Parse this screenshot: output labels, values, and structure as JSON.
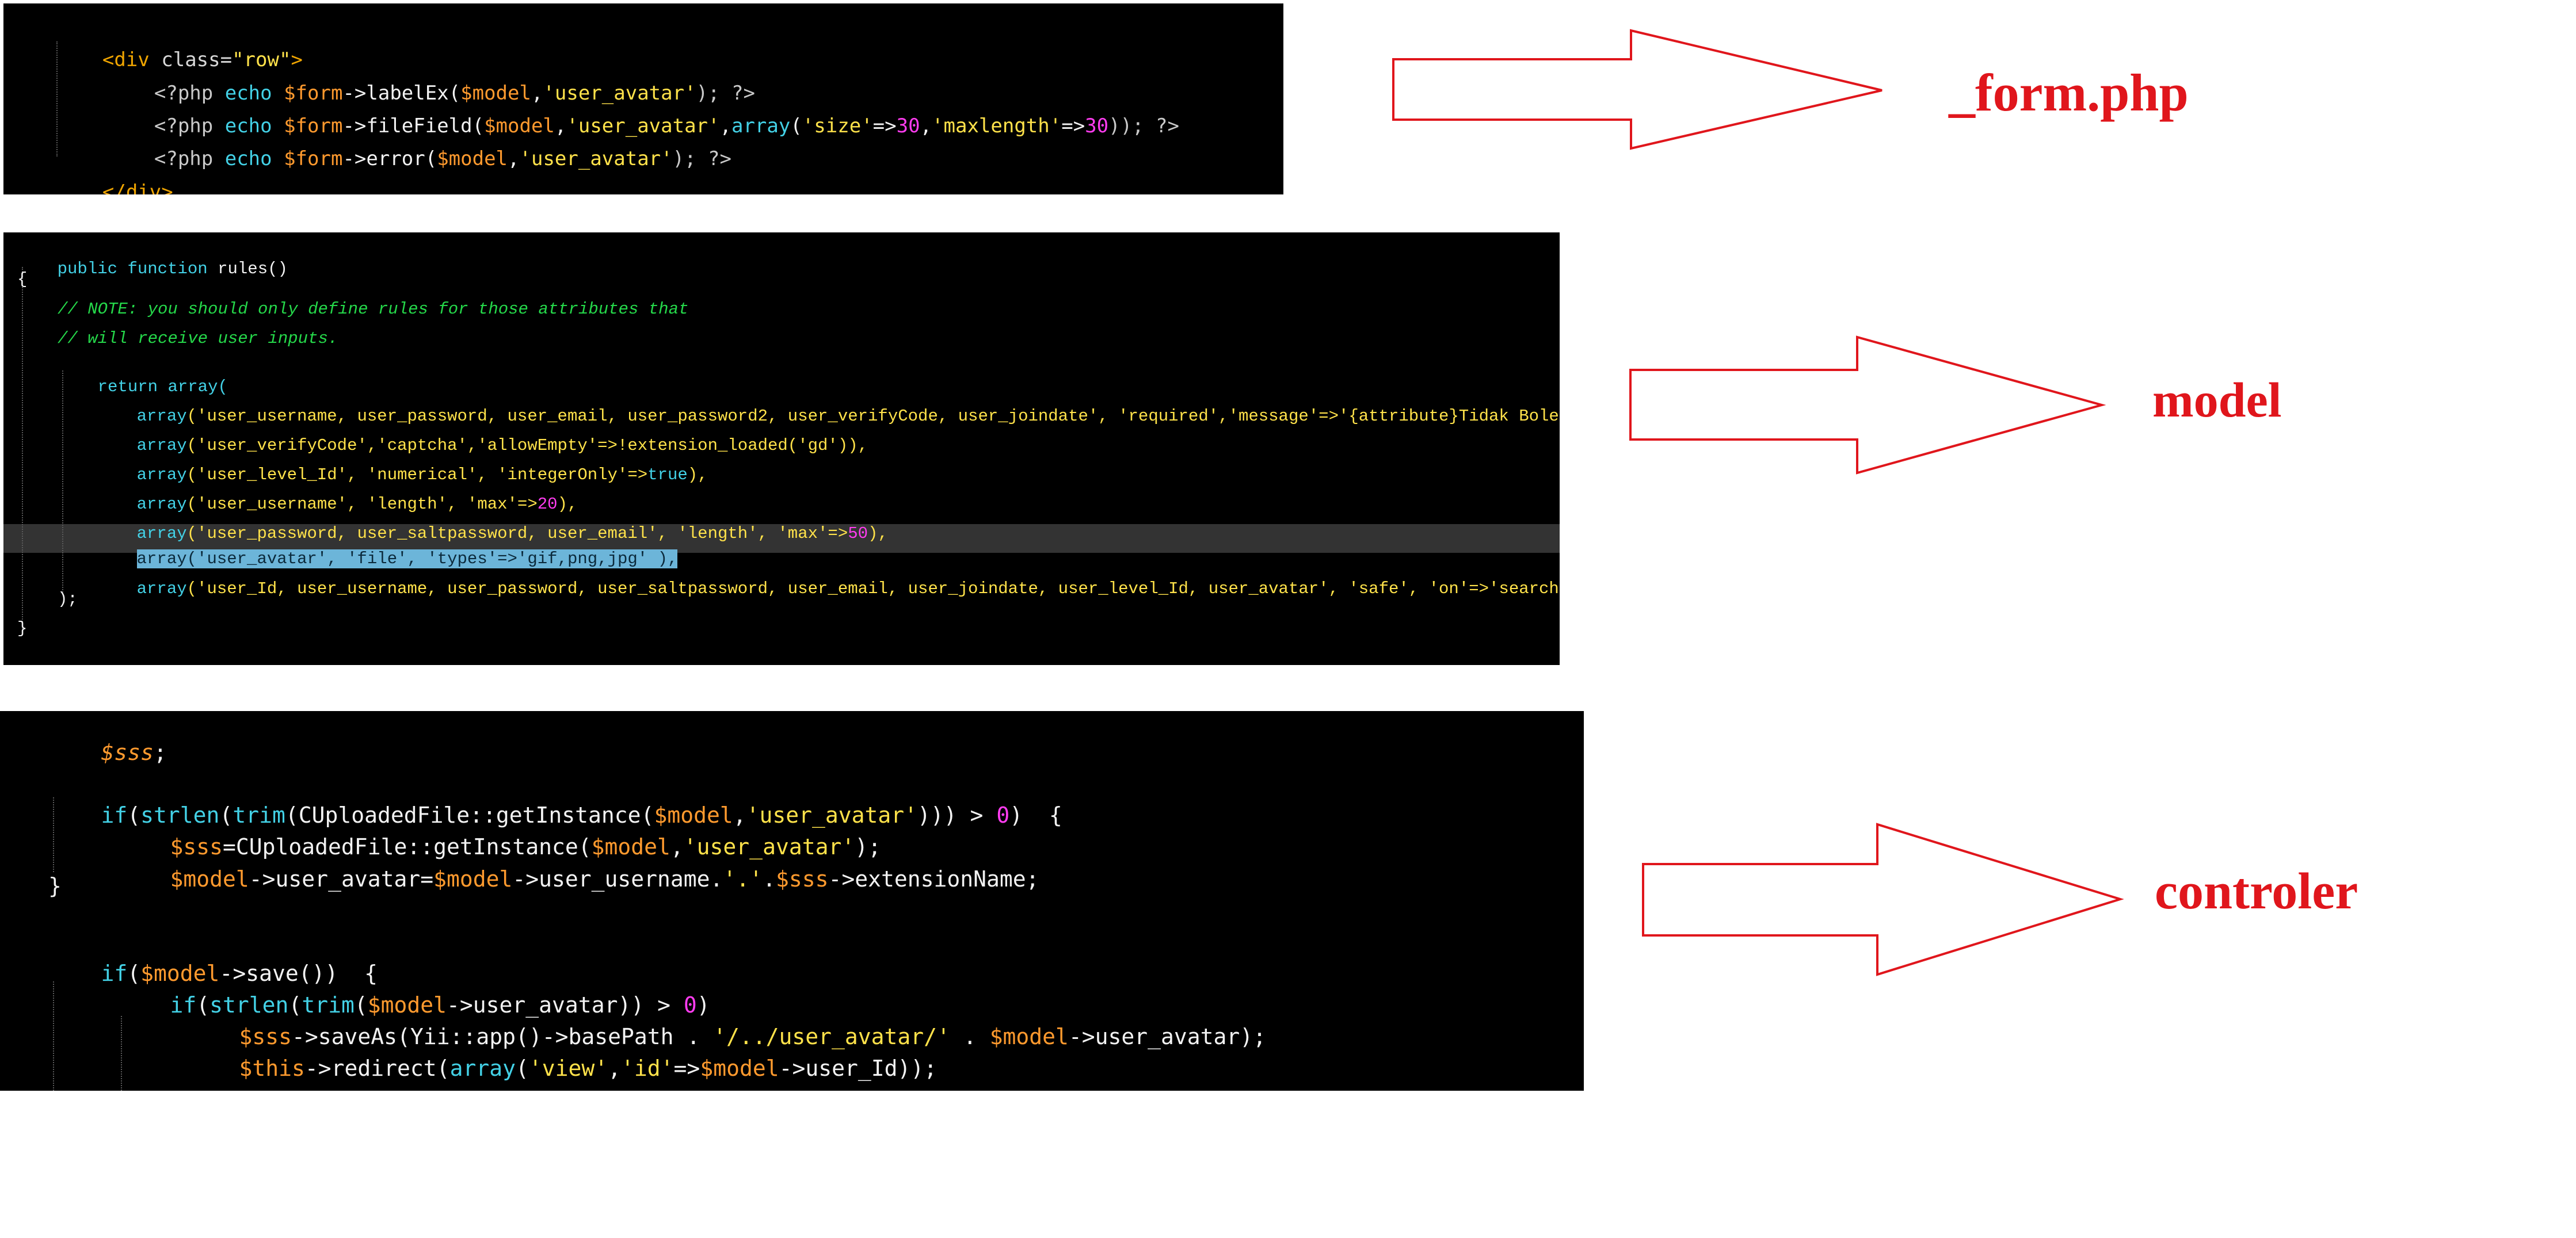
{
  "colors": {
    "background": "#ffffff",
    "code_background": "#000000",
    "label_red": "#e0161c",
    "arrow_red": "#e0161c",
    "selection": "#6cb5d9",
    "current_line": "#333333",
    "keyword": "#43d1e6",
    "variable": "#ff9a2e",
    "string": "#ffe24a",
    "number": "#ff3cf0",
    "comment": "#25d84a"
  },
  "labels": {
    "form": "_form.php",
    "model": "model",
    "controller": "controler"
  },
  "form_code": {
    "l1": [
      "<div ",
      "class=",
      "\"row\"",
      ">"
    ],
    "l2": [
      "<?php ",
      "echo ",
      "$form",
      "->labelEx(",
      "$model",
      ",",
      "'user_avatar'",
      "); ?>"
    ],
    "l3": [
      "<?php ",
      "echo ",
      "$form",
      "->fileField(",
      "$model",
      ",",
      "'user_avatar'",
      ",",
      "array",
      "(",
      "'size'",
      "=>",
      "30",
      ",",
      "'maxlength'",
      "=>",
      "30",
      ")); ?>"
    ],
    "l4": [
      "<?php ",
      "echo ",
      "$form",
      "->error(",
      "$model",
      ",",
      "'user_avatar'",
      "); ?>"
    ],
    "l5": [
      "</div>"
    ]
  },
  "model_code": {
    "l1": [
      "public ",
      "function ",
      "rules()"
    ],
    "l2": "{",
    "l3": "// NOTE: you should only define rules for those attributes that",
    "l4": "// will receive user inputs.",
    "l5": [
      "return ",
      "array("
    ],
    "l6": [
      "array",
      "('user_username, user_password, user_email, user_password2, user_verifyCode, user_joindate', 'required','message'=>'{attribute}Tidak Boleh Kosong'"
    ],
    "l7": [
      "array",
      "('user_verifyCode','captcha','allowEmpty'=>!extension_loaded('gd')),"
    ],
    "l8": [
      "array",
      "('user_level_Id', 'numerical', 'integerOnly'=>",
      "true",
      "),"
    ],
    "l9": [
      "array",
      "('user_username', 'length', 'max'=>",
      "20",
      "),"
    ],
    "l10": [
      "array",
      "('user_password, user_saltpassword, user_email', 'length', 'max'=>",
      "50",
      "),"
    ],
    "l11": [
      "array",
      "('user_avatar', 'file', 'types'=>'gif,png,jpg' ),"
    ],
    "l12": [
      "array",
      "('user_Id, user_username, user_password, user_saltpassword, user_email, user_joindate, user_level_Id, user_avatar', 'safe', 'on'=>'search'),"
    ],
    "l13": ");",
    "l14": "}"
  },
  "controller_code": {
    "l1": [
      "$sss",
      ";"
    ],
    "l3": [
      "if",
      "(",
      "strlen",
      "(",
      "trim",
      "(CUploadedFile::getInstance(",
      "$model",
      ",",
      "'user_avatar'",
      "))) > ",
      "0",
      ")  {"
    ],
    "l4": [
      "$sss",
      "=CUploadedFile::getInstance(",
      "$model",
      ",",
      "'user_avatar'",
      ");"
    ],
    "l5": [
      "$model",
      "->user_avatar=",
      "$model",
      "->user_username.",
      "'.'",
      ".",
      "$sss",
      "->extensionName;"
    ],
    "l6": "}",
    "l8": [
      "if",
      "(",
      "$model",
      "->save())  {"
    ],
    "l9": [
      "if",
      "(",
      "strlen",
      "(",
      "trim",
      "(",
      "$model",
      "->user_avatar)) > ",
      "0",
      ")"
    ],
    "l10": [
      "$sss",
      "->saveAs(Yii::app()->basePath . ",
      "'/../user_avatar/'",
      " . ",
      "$model",
      "->user_avatar);"
    ],
    "l11": [
      "$this",
      "->redirect(",
      "array",
      "(",
      "'view'",
      ",",
      "'id'",
      "=>",
      "$model",
      "->user_Id));"
    ]
  }
}
